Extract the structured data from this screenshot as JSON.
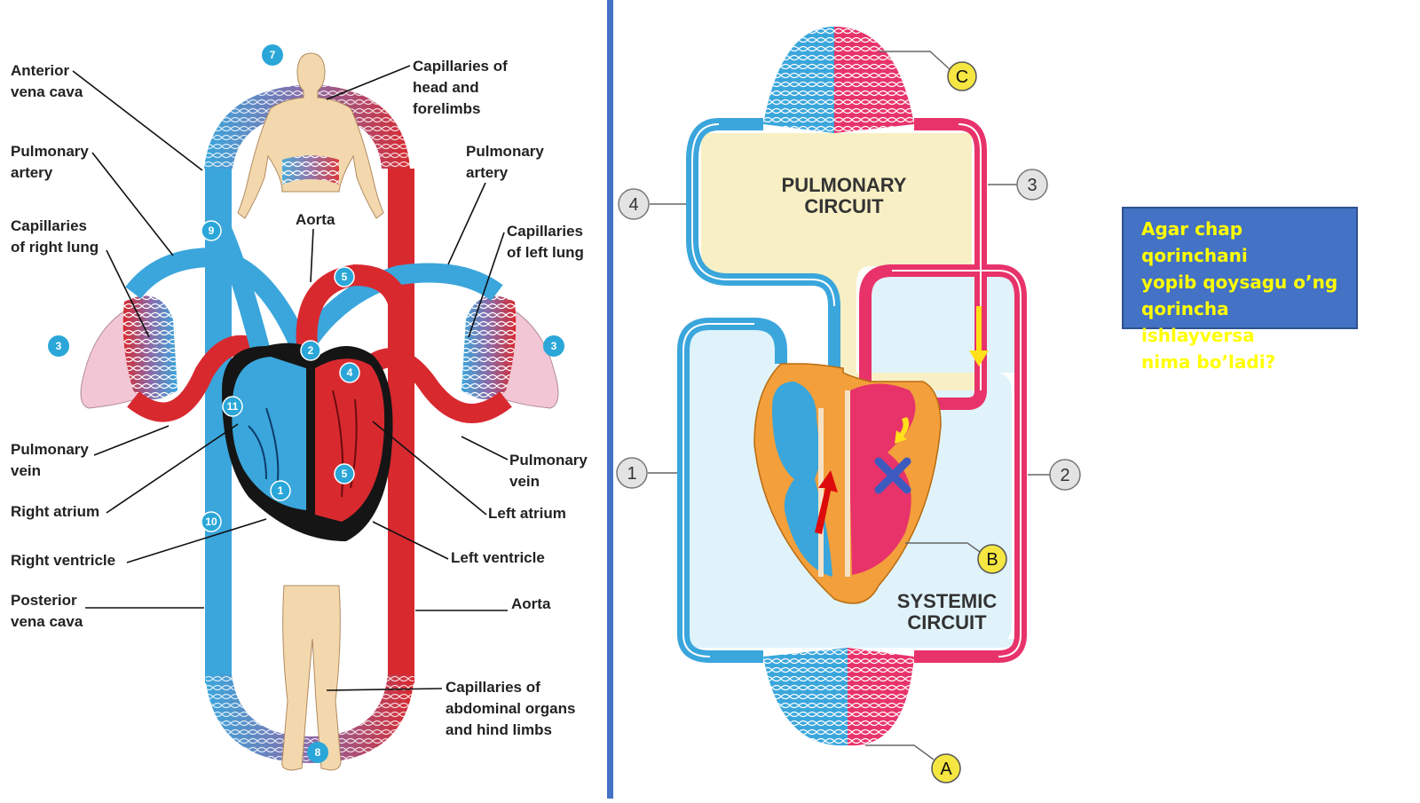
{
  "left_diagram": {
    "labels": {
      "anterior_vena_cava": [
        "Anterior",
        "vena cava"
      ],
      "capillaries_head": [
        "Capillaries of",
        "head and",
        "forelimbs"
      ],
      "pulmonary_artery_left": [
        "Pulmonary",
        "artery"
      ],
      "pulmonary_artery_right": [
        "Pulmonary",
        "artery"
      ],
      "capillaries_right_lung": [
        "Capillaries",
        "of right lung"
      ],
      "aorta_top": "Aorta",
      "capillaries_left_lung": [
        "Capillaries",
        "of left lung"
      ],
      "pulmonary_vein_left": [
        "Pulmonary",
        "vein"
      ],
      "pulmonary_vein_right": [
        "Pulmonary",
        "vein"
      ],
      "right_atrium": "Right atrium",
      "left_atrium": "Left atrium",
      "right_ventricle": "Right ventricle",
      "left_ventricle": "Left ventricle",
      "posterior_vena_cava": [
        "Posterior",
        "vena cava"
      ],
      "aorta_bottom": "Aorta",
      "capillaries_abdominal": [
        "Capillaries of",
        "abdominal organs",
        "and hind limbs"
      ]
    },
    "step_markers": [
      "7",
      "9",
      "5",
      "3",
      "3",
      "2",
      "4",
      "11",
      "5",
      "1",
      "10",
      "8"
    ]
  },
  "right_diagram": {
    "circuits": {
      "pulmonary": [
        "PULMONARY",
        "CIRCUIT"
      ],
      "systemic": [
        "SYSTEMIC",
        "CIRCUIT"
      ]
    },
    "grey_markers": [
      "1",
      "2",
      "3",
      "4"
    ],
    "yellow_markers": [
      "A",
      "B",
      "C"
    ]
  },
  "question": {
    "lines": [
      "Agar chap qorinchani",
      "yopib qoysagu o’ng",
      "qorincha ishlayversa",
      "nima bo’ladi?"
    ]
  },
  "colors": {
    "blue_vessel": "#3aa6dc",
    "red_vessel": "#d8292f",
    "pink_vessel": "#e8336a",
    "divider": "#4472c4",
    "question_bg": "#4472c4",
    "question_text": "#ffff00",
    "marker_yellow": "#f5e642",
    "marker_teal": "#2aa7d8"
  }
}
